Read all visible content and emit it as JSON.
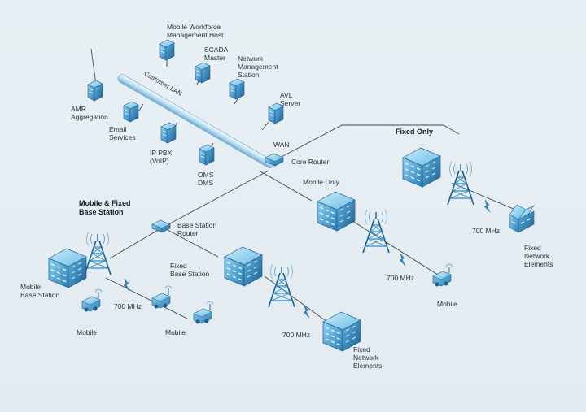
{
  "labels": {
    "mwm_host": "Mobile Workforce\nManagement Host",
    "scada": "SCADA\nMaster",
    "nms": "Network\nManagement\nStation",
    "avl": "AVL\nServer",
    "amr": "AMR\nAggregation",
    "email": "Email\nServices",
    "ip_pbx": "IP PBX\n(VoIP)",
    "oms": "OMS\nDMS",
    "customer_lan": "Customer LAN",
    "wan": "WAN",
    "core_router": "Core Router",
    "fixed_only": "Fixed Only",
    "mobile_only": "Mobile Only",
    "mobile_fixed_bs": "Mobile & Fixed\nBase Station",
    "bs_router": "Base Station\nRouter",
    "mobile_bs": "Mobile\nBase Station",
    "fixed_bs": "Fixed\nBase Station",
    "mhz_1": "700 MHz",
    "mhz_2": "700 MHz",
    "mhz_3": "700 MHz",
    "mhz_4": "700 MHz",
    "mobile_1": "Mobile",
    "mobile_2": "Mobile",
    "mobile_3": "Mobile",
    "fne_1": "Fixed\nNetwork\nElements",
    "fne_2": "Fixed\nNetwork\nElements"
  },
  "colors": {
    "background": "#e6eef3",
    "equipment": "#2f8bc4",
    "equipment_dark": "#1b5f8c",
    "link_line": "#3c4a55"
  }
}
